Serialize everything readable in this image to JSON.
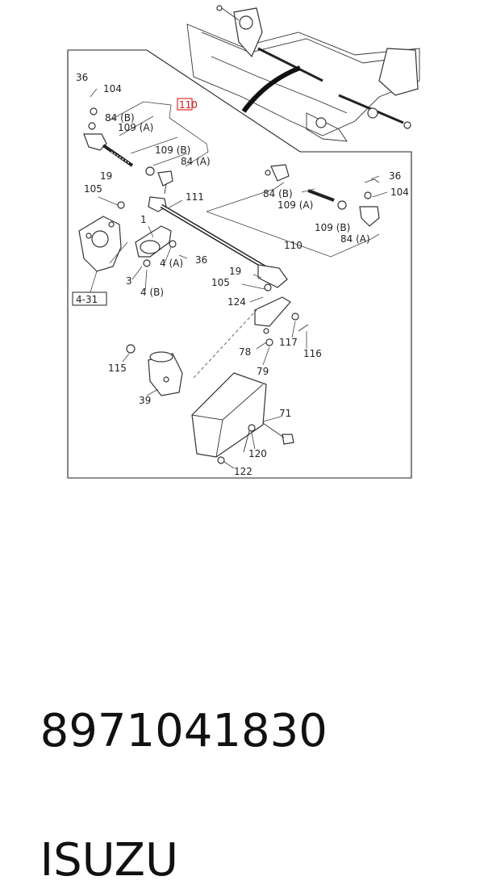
{
  "diagram": {
    "callouts": {
      "c36a": "36",
      "c104a": "104",
      "c84b_l": "84 (B)",
      "c109a_l": "109 (A)",
      "c110_hl": "110",
      "c109b_l": "109 (B)",
      "c84a_l": "84 (A)",
      "c19a": "19",
      "c105a": "105",
      "c111": "111",
      "c1": "1",
      "c4a": "4 (A)",
      "c36b": "36",
      "c3": "3",
      "c4b": "4 (B)",
      "c36c": "36",
      "c104b": "104",
      "c84b_r": "84 (B)",
      "c109a_r": "109 (A)",
      "c109b_r": "109 (B)",
      "c84a_r": "84 (A)",
      "c110_r": "110",
      "c19b": "19",
      "c105b": "105",
      "c124": "124",
      "c117": "117",
      "c116": "116",
      "c78": "78",
      "c79": "79",
      "c115": "115",
      "c39": "39",
      "c71": "71",
      "c120": "120",
      "c122": "122"
    },
    "ref_box": "4-31",
    "highlight_color": "#e03030"
  },
  "footer": {
    "part_number": "8971041830",
    "brand": "ISUZU"
  }
}
